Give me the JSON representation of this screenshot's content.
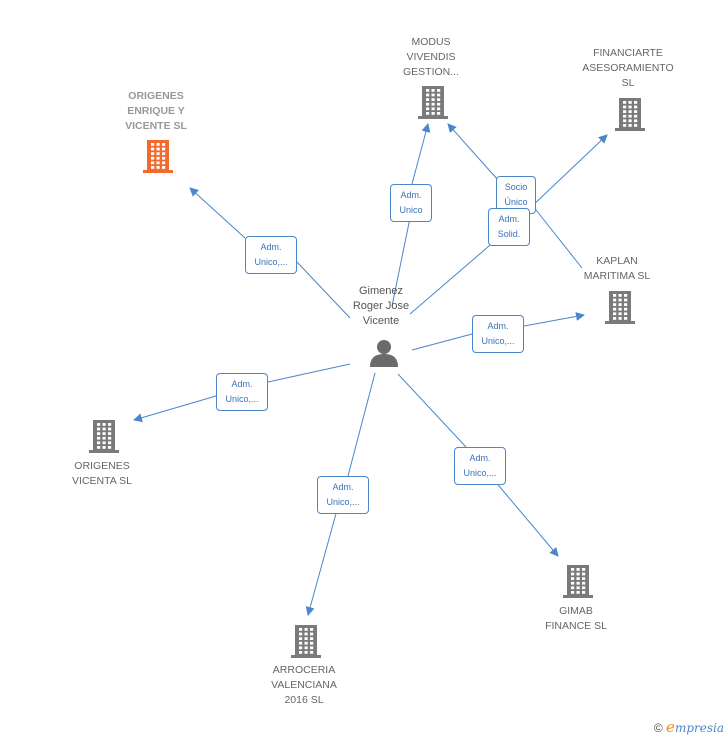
{
  "center": {
    "name": "Gimenez\nRoger Jose\nVicente",
    "icon": "person-icon"
  },
  "nodes": [
    {
      "id": "origenes-enrique",
      "name": "ORIGENES\nENRIQUE Y\nVICENTE  SL",
      "highlight": true
    },
    {
      "id": "modus",
      "name": "MODUS\nVIVENDIS\nGESTION...",
      "highlight": false
    },
    {
      "id": "financiarte",
      "name": "FINANCIARTE\nASESORAMIENTO\nSL",
      "highlight": false
    },
    {
      "id": "kaplan",
      "name": "KAPLAN\nMARITIMA SL",
      "highlight": false
    },
    {
      "id": "origenes-vicenta",
      "name": "ORIGENES\nVICENTA  SL",
      "highlight": false
    },
    {
      "id": "gimab",
      "name": "GIMAB\nFINANCE  SL",
      "highlight": false
    },
    {
      "id": "arroceria",
      "name": "ARROCERIA\nVALENCIANA\n2016  SL",
      "highlight": false
    }
  ],
  "edges": [
    {
      "id": "e1",
      "label": "Adm.\nUnico,..."
    },
    {
      "id": "e2",
      "label": "Adm.\nUnico"
    },
    {
      "id": "e3",
      "label": "Socio\nÚnico"
    },
    {
      "id": "e4",
      "label": "Adm.\nSolid."
    },
    {
      "id": "e5",
      "label": "Adm.\nUnico,..."
    },
    {
      "id": "e6",
      "label": "Adm.\nUnico,..."
    },
    {
      "id": "e7",
      "label": "Adm.\nUnico,..."
    },
    {
      "id": "e8",
      "label": "Adm.\nUnico,..."
    }
  ],
  "footer": {
    "copyright": "©",
    "brand_initial": "e",
    "brand_rest": "mpresia"
  },
  "colors": {
    "edge": "#4a86c8",
    "building": "#7a7a7a",
    "highlight": "#f26a2e",
    "person": "#6b6b6b"
  }
}
